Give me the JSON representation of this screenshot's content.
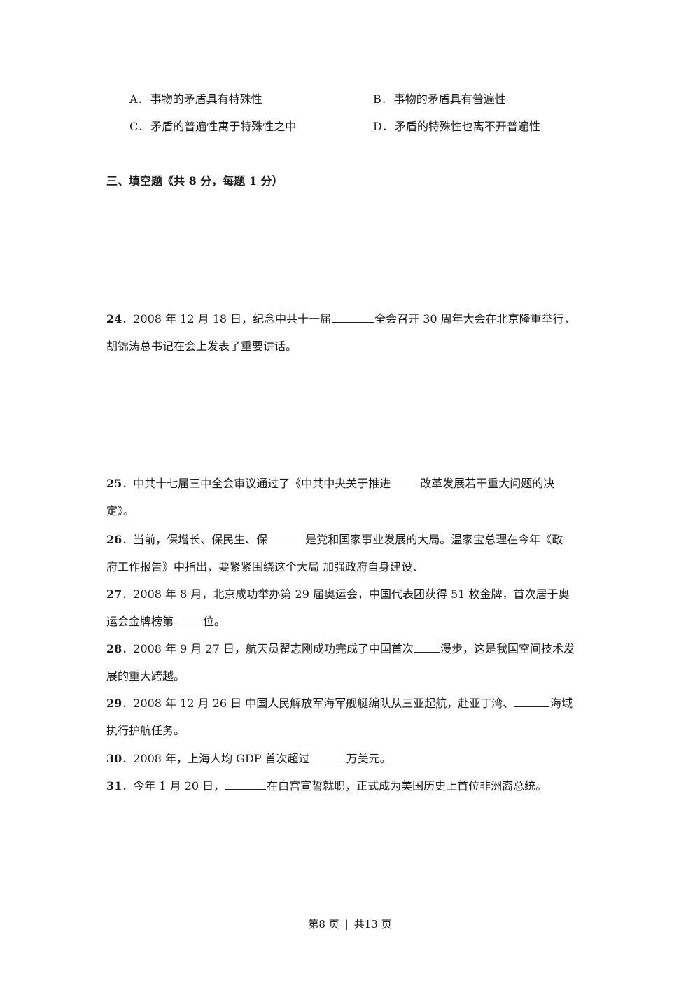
{
  "options": {
    "A": {
      "letter": "A．",
      "text": "事物的矛盾具有特殊性"
    },
    "B": {
      "letter": "B．",
      "text": "事物的矛盾具有普遍性"
    },
    "C": {
      "letter": "C．",
      "text": "矛盾的普遍性寓于特殊性之中"
    },
    "D": {
      "letter": "D．",
      "text": "矛盾的特殊性也离不开普遍性"
    }
  },
  "section_title": "三、填空题《共 8 分，每题 1 分）",
  "questions": {
    "q24": {
      "num": "24",
      "l1a": "．2008 年 12 月 18 日，纪念中共十一届",
      "l1b": "全会召开 30 周年大会在北京隆重举行，",
      "l2": "胡锦涛总书记在会上发表了重要讲话。"
    },
    "q25": {
      "num": "25",
      "l1a": "．中共十七届三中全会审议通过了《中共中央关于推进",
      "l1b": "改革发展若干重大问题的决",
      "l2": "定》。"
    },
    "q26": {
      "num": "26",
      "l1a": "．当前，保增长、保民生、保",
      "l1b": "是党和国家事业发展的大局。温家宝总理在今年《政",
      "l2": "府工作报告》中指出，要紧紧围绕这个大局 加强政府自身建设、"
    },
    "q27": {
      "num": "27",
      "l1": "．2008 年 8 月，北京成功举办第 29 届奥运会，中国代表团获得 51 枚金牌，首次居于奥",
      "l2a": "运会金牌榜第",
      "l2b": "位。"
    },
    "q28": {
      "num": "28",
      "l1a": "．2008 年 9 月 27 日，航天员翟志刚成功完成了中国首次",
      "l1b": "漫步，这是我国空间技术发",
      "l2": "展的重大跨越。"
    },
    "q29": {
      "num": "29",
      "l1a": "．2008 年 12 月 26 日  中国人民解放军海军舰艇编队从三亚起航，赴亚丁湾、",
      "l1b": "海域",
      "l2": "执行护航任务。"
    },
    "q30": {
      "num": "30",
      "l1a": "．2008 年，上海人均 GDP 首次超过",
      "l1b": "万美元。"
    },
    "q31": {
      "num": "31",
      "l1a": "．今年 1 月 20 日，",
      "l1b": "在白宫宣誓就职，正式成为美国历史上首位非洲裔总统。"
    }
  },
  "footer": {
    "page": "第8 页",
    "sep": "|",
    "total": "共13 页"
  }
}
